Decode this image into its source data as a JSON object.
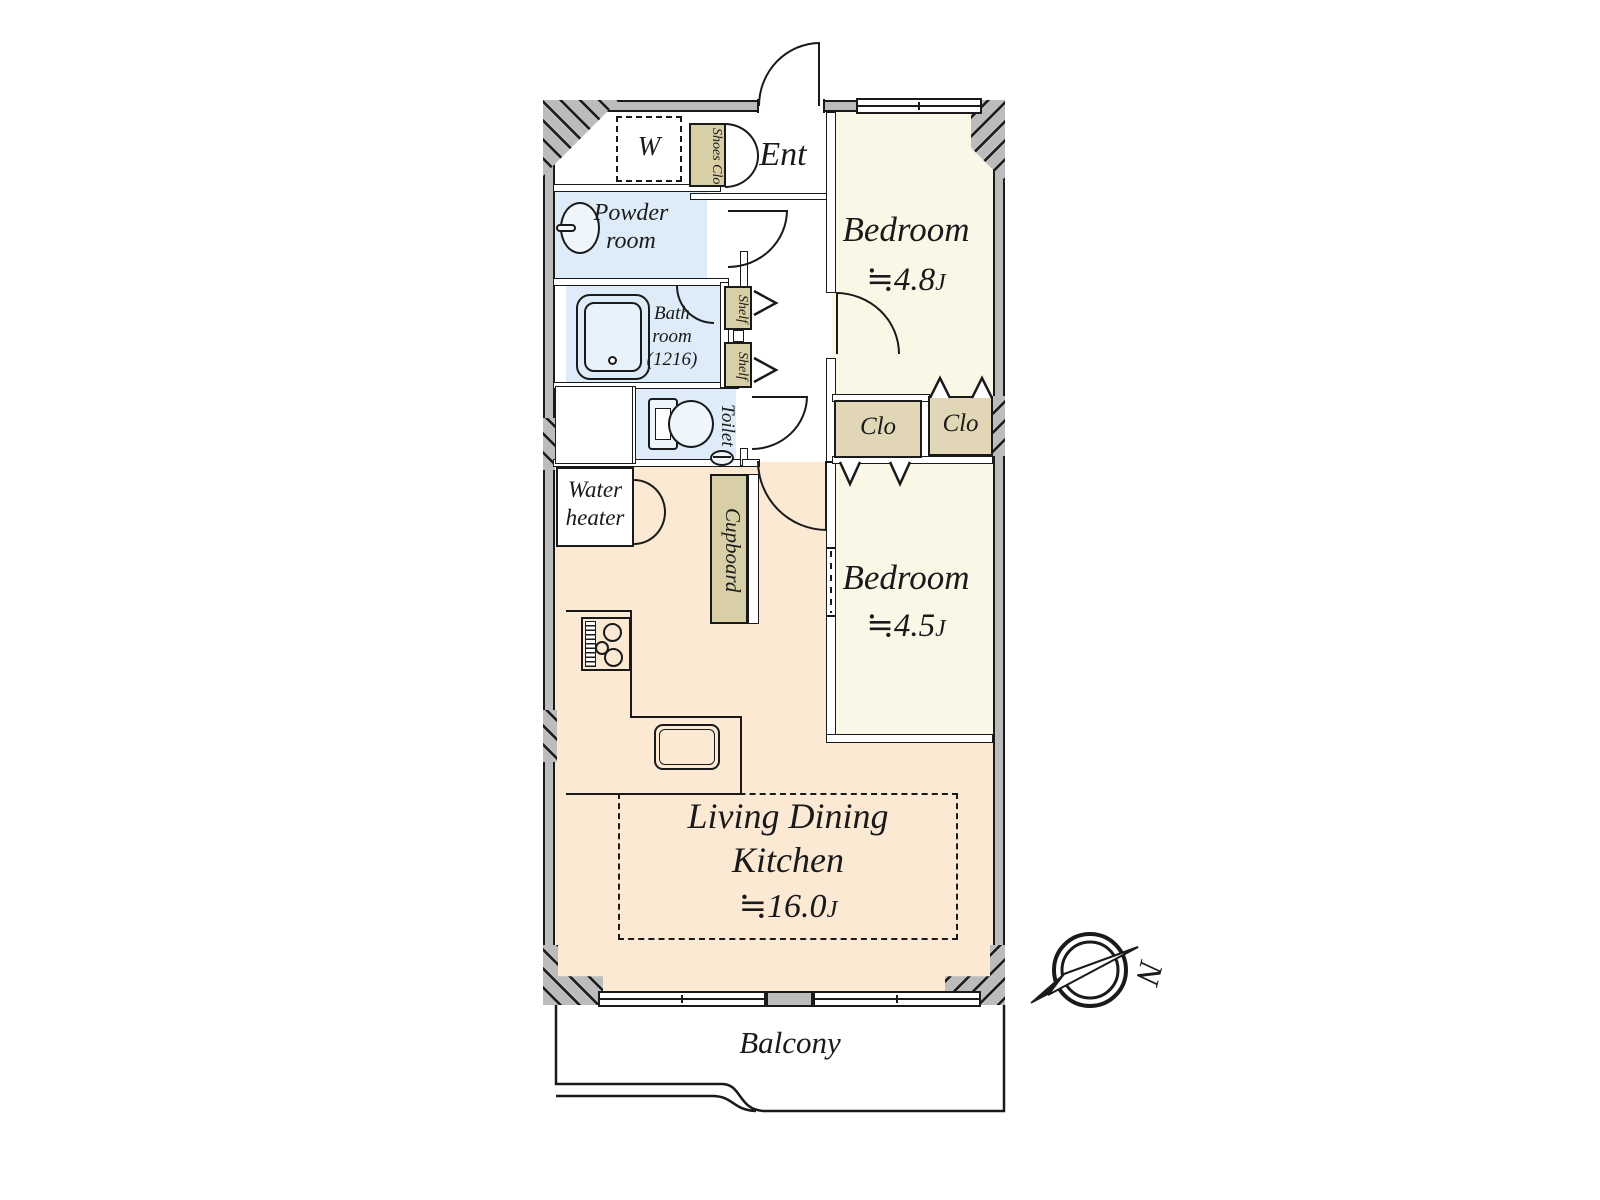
{
  "floor_plan": {
    "rooms": {
      "entrance": {
        "label": "Ent"
      },
      "bedroom_1": {
        "label": "Bedroom",
        "area": "≒4.8",
        "area_unit": "J"
      },
      "bedroom_2": {
        "label": "Bedroom",
        "area": "≒4.5",
        "area_unit": "J"
      },
      "ldk": {
        "label_line1": "Living Dining",
        "label_line2": "Kitchen",
        "area": "≒16.0",
        "area_unit": "J"
      },
      "powder_room": {
        "label_line1": "Powder",
        "label_line2": "room"
      },
      "bathroom": {
        "label_line1": "Bath",
        "label_line2": "room",
        "label_line3": "(1216)"
      },
      "toilet": {
        "label": "Toilet"
      },
      "water_heater": {
        "label_line1": "Water",
        "label_line2": "heater"
      },
      "balcony": {
        "label": "Balcony"
      }
    },
    "storage": {
      "washer": {
        "label": "W"
      },
      "shoes_closet": {
        "label": "Shoes Clo"
      },
      "shelf_upper": {
        "label": "Shelf"
      },
      "shelf_lower": {
        "label": "Shelf"
      },
      "cupboard": {
        "label": "Cupboard"
      },
      "closet_left": {
        "label": "Clo"
      },
      "closet_right": {
        "label": "Clo"
      }
    },
    "compass": {
      "label": "N"
    },
    "colors": {
      "bedroom_fill": "#faf7e6",
      "ldk_fill": "#fbe9d4",
      "wet_room_fill": "#ddecf8",
      "storage_fill": "#d9cfa6",
      "wall_gray": "#bcbcbc",
      "line": "#1a1a1a"
    }
  }
}
